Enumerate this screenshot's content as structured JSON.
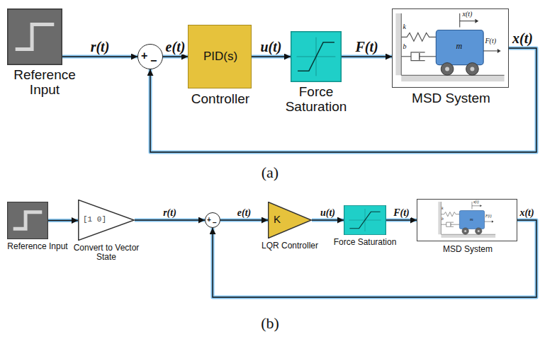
{
  "diagram": {
    "nodes": [
      {
        "text": [
          "Reference Input"
        ]
      },
      {
        "text": [
          "+",
          "−"
        ]
      },
      {
        "text": [
          "PID(s)",
          "Controller"
        ]
      },
      {
        "text": [
          "Force Saturation"
        ]
      },
      {
        "text": [
          "MSD System"
        ]
      },
      {
        "text": [
          "Reference Input"
        ]
      },
      {
        "text": [
          "[1 0]",
          "Convert to Vector State"
        ]
      },
      {
        "text": [
          "+",
          "−"
        ]
      },
      {
        "text": [
          "K",
          "LQR Controller"
        ]
      },
      {
        "text": [
          "Force Saturation"
        ]
      },
      {
        "text": [
          "MSD System"
        ]
      }
    ],
    "edges": [
      {
        "from": 0,
        "to": 1,
        "label": "r(t)",
        "arrow": "to"
      },
      {
        "from": 1,
        "to": 2,
        "label": "e(t)",
        "arrow": "to"
      },
      {
        "from": 2,
        "to": 3,
        "label": "u(t)",
        "arrow": "to"
      },
      {
        "from": 3,
        "to": 4,
        "label": "F(t)",
        "arrow": "to"
      },
      {
        "from": 4,
        "to": 1,
        "label": "x(t)",
        "arrow": "to"
      },
      {
        "from": 5,
        "to": 6,
        "arrow": "to"
      },
      {
        "from": 6,
        "to": 7,
        "label": "r(t)",
        "arrow": "to"
      },
      {
        "from": 7,
        "to": 8,
        "label": "e(t)",
        "arrow": "to"
      },
      {
        "from": 8,
        "to": 9,
        "label": "u(t)",
        "arrow": "to"
      },
      {
        "from": 9,
        "to": 10,
        "label": "F(t)",
        "arrow": "to"
      },
      {
        "from": 10,
        "to": 7,
        "label": "x(t)",
        "arrow": "to"
      }
    ],
    "labels": [
      "k",
      "b",
      "m",
      "x(t)",
      "F(t)",
      "(a)",
      "k",
      "b",
      "m",
      "x(t)",
      "F(t)",
      "(b)"
    ]
  }
}
